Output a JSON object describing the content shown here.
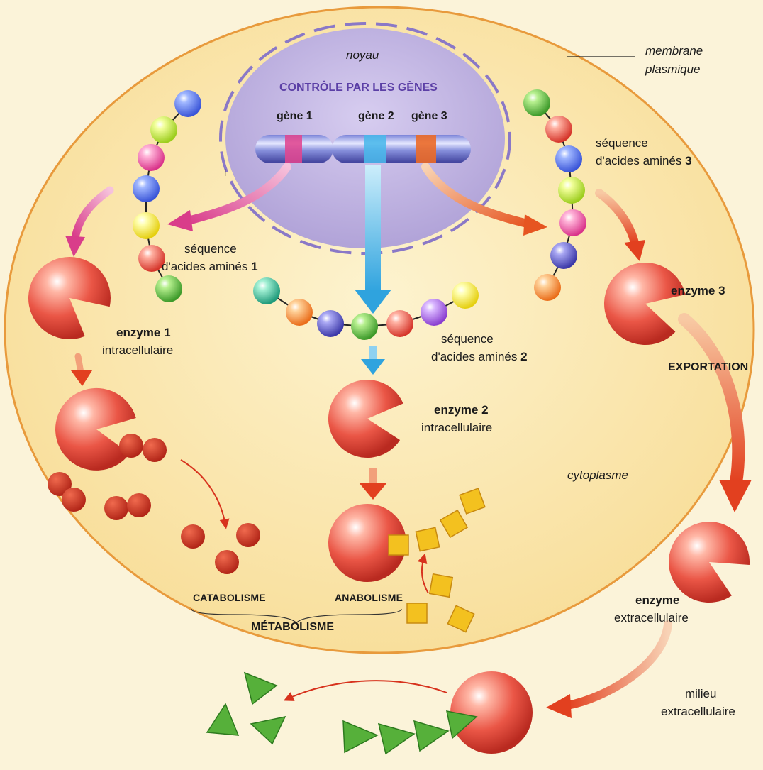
{
  "colors": {
    "membrane": "#e89a3c",
    "cytoplasm": "#fbe6a8",
    "nucleus": "#c3b6e2",
    "enzyme": "#e2473a",
    "substrate": "#d63a26",
    "square": "#f3c11f",
    "triangle": "#56b03a",
    "gene1": "#e0458f",
    "gene2": "#4ab8ea",
    "gene3": "#ec6a27",
    "title": "#5b3fa6"
  },
  "labels": {
    "nucleus": "noyau",
    "membrane": [
      "membrane",
      "plasmique"
    ],
    "gene_control": "CONTRÔLE PAR LES GÈNES",
    "gene1": "gène 1",
    "gene2": "gène 2",
    "gene3": "gène 3",
    "seq1": {
      "line1": "séquence",
      "line2": "d'acides aminés",
      "num": "1"
    },
    "seq2": {
      "line1": "séquence",
      "line2": "d'acides aminés",
      "num": "2"
    },
    "seq3": {
      "line1": "séquence",
      "line2": "d'acides aminés",
      "num": "3"
    },
    "enzyme1": {
      "name": "enzyme 1",
      "type": "intracellulaire"
    },
    "enzyme2": {
      "name": "enzyme 2",
      "type": "intracellulaire"
    },
    "enzyme3": {
      "name": "enzyme 3"
    },
    "enzyme_ext": {
      "name": "enzyme",
      "type": "extracellulaire"
    },
    "exportation": "EXPORTATION",
    "cytoplasm": "cytoplasme",
    "catabolism": "CATABOLISME",
    "anabolism": "ANABOLISME",
    "metabolism": "MÉTABOLISME",
    "extracellular_medium": [
      "milieu",
      "extracellulaire"
    ]
  }
}
